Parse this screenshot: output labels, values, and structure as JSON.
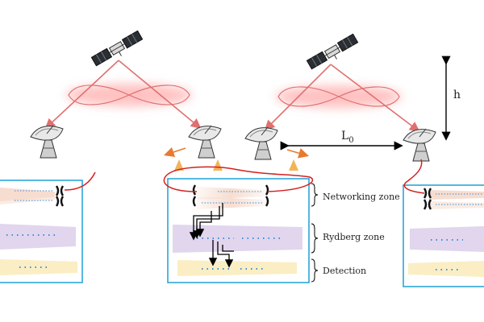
{
  "labels": {
    "height": "h",
    "separation_main": "L",
    "separation_sub": "0",
    "networking_zone": "Networking zone",
    "rydberg_zone": "Rydberg zone",
    "detection": "Detection"
  },
  "colors": {
    "laser_beam": "#e07070",
    "fiber": "#d42020",
    "module_border": "#2ca6d8",
    "networking_band": "#f7ddd0",
    "rydberg_band": "#e1d6ee",
    "detection_band": "#fbeec4",
    "atom_dot": "#3b8fd6",
    "emission_arrow": "#e87a30",
    "emission_cone": "#f2b45a",
    "glow": "#ff8f8f"
  },
  "icons": [
    "satellite-icon",
    "ground-station-dish-icon",
    "cavity-mirror-icon"
  ]
}
